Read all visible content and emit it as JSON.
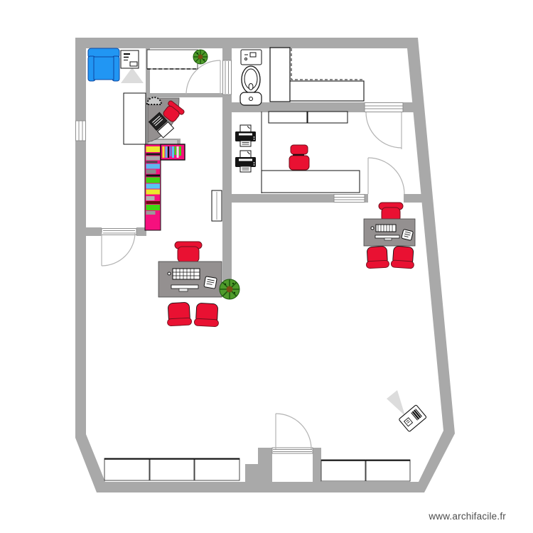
{
  "watermark": {
    "text": "www.archifacile.fr"
  },
  "palette": {
    "wall_gray": "#a9a9a9",
    "floor_white": "#ffffff",
    "furniture_outline": "#111111",
    "accent_red": "#e91132",
    "chair_red_dark": "#70101c",
    "shelf_magenta": "#f6107e",
    "sofa_blue": "#2196f3",
    "desk_gray": "#949090",
    "beam_gray": "#dcdcdc",
    "door_stroke": "#b3b3b3",
    "window_stroke": "#8f8f8f",
    "plant_green": "#4f9b2b",
    "plant_green_dark": "#1e5c0e",
    "plant_pot_brown": "#7a4e16",
    "watermark_gray": "#4d4d4d"
  },
  "shelves": {
    "vertical_books": [
      "#ece72c",
      "#1a1a1a",
      "#a8a8a8",
      "#4a4a4a",
      "#5db9f0",
      "#8a8a8a",
      "#111111",
      "#3ed513",
      "#57c7f2",
      "#ece72c",
      "#b0b0b0",
      "#6a1111",
      "#3ed513",
      "#9a9a9a"
    ],
    "horizontal_books": [
      "#ece72c",
      "#5db9f0",
      "#111111",
      "#7a6cd8",
      "#57c7f2",
      "#3ed513",
      "#e8e8e8",
      "#3ed513"
    ]
  },
  "objects": {
    "furniture_icons": [
      "sofa",
      "tv-cabinet",
      "tv-beam",
      "counter",
      "plant",
      "corner-desk",
      "desk-lamp",
      "computer",
      "office-chair",
      "bookshelf",
      "radiator",
      "sink",
      "toilet",
      "wardrobe",
      "kitchen-counter",
      "printer",
      "stool",
      "desk",
      "keyboard",
      "mouse",
      "monitor-bar",
      "phone",
      "visitor-chair",
      "projector",
      "storage-cabinet",
      "door",
      "window",
      "wall"
    ]
  }
}
